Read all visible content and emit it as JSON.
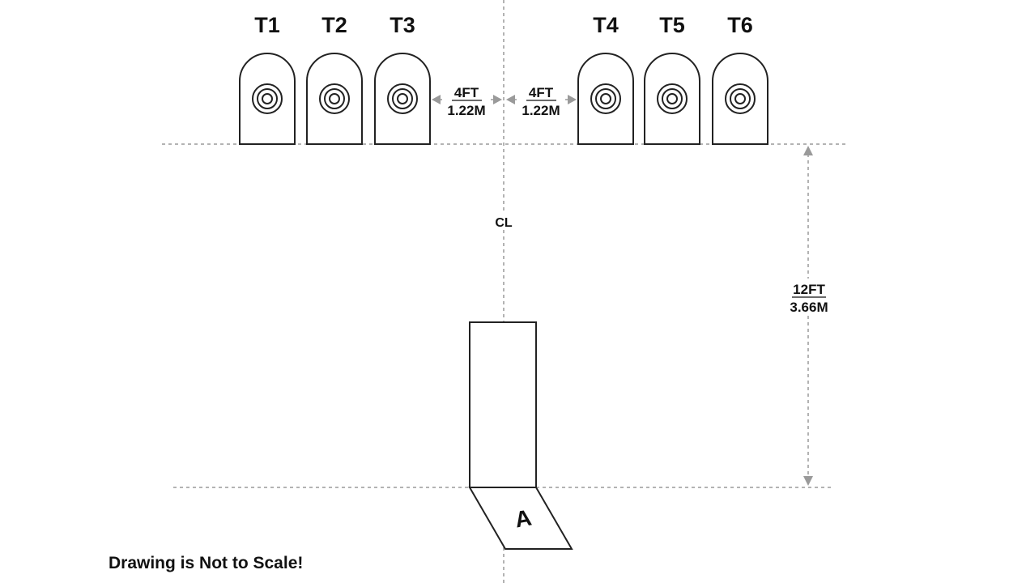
{
  "targets": [
    {
      "label": "T1"
    },
    {
      "label": "T2"
    },
    {
      "label": "T3"
    },
    {
      "label": "T4"
    },
    {
      "label": "T5"
    },
    {
      "label": "T6"
    }
  ],
  "gap_left": {
    "feet": "4FT",
    "meters": "1.22M"
  },
  "gap_right": {
    "feet": "4FT",
    "meters": "1.22M"
  },
  "centerline_label": "CL",
  "distance": {
    "feet": "12FT",
    "meters": "3.66M"
  },
  "station_label": "A",
  "note": "Drawing is Not to Scale!"
}
